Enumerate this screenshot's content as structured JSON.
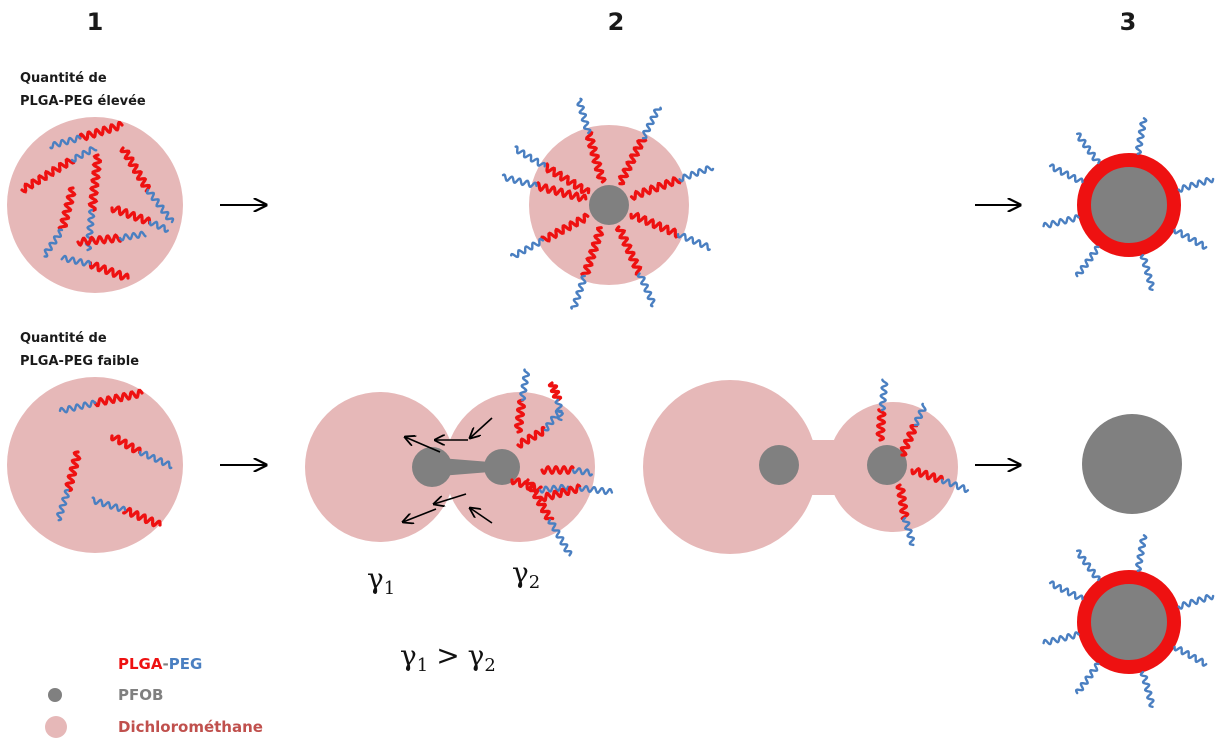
{
  "steps": [
    "1",
    "2",
    "3"
  ],
  "conditions": {
    "high": {
      "line1": "Quantité de",
      "line2": "PLGA-PEG élevée"
    },
    "low": {
      "line1": "Quantité de",
      "line2": "PLGA-PEG faible"
    }
  },
  "tensions": {
    "g1_symbol": "γ",
    "g1_sub": "1",
    "g2_symbol": "γ",
    "g2_sub": "2",
    "relation_op": ">"
  },
  "legend": {
    "plga": "PLGA",
    "dash": "-",
    "peg": "PEG",
    "pfob": "PFOB",
    "solvent": "Dichlorométhane"
  },
  "colors": {
    "droplet": "#e6b8b8",
    "plga": "#ee1111",
    "peg": "#4a7fc1",
    "pfob": "#808080",
    "solvent_text": "#c0504d",
    "pfob_text": "#808080",
    "plga_text": "#ee1111",
    "peg_text": "#4a7fc1"
  }
}
